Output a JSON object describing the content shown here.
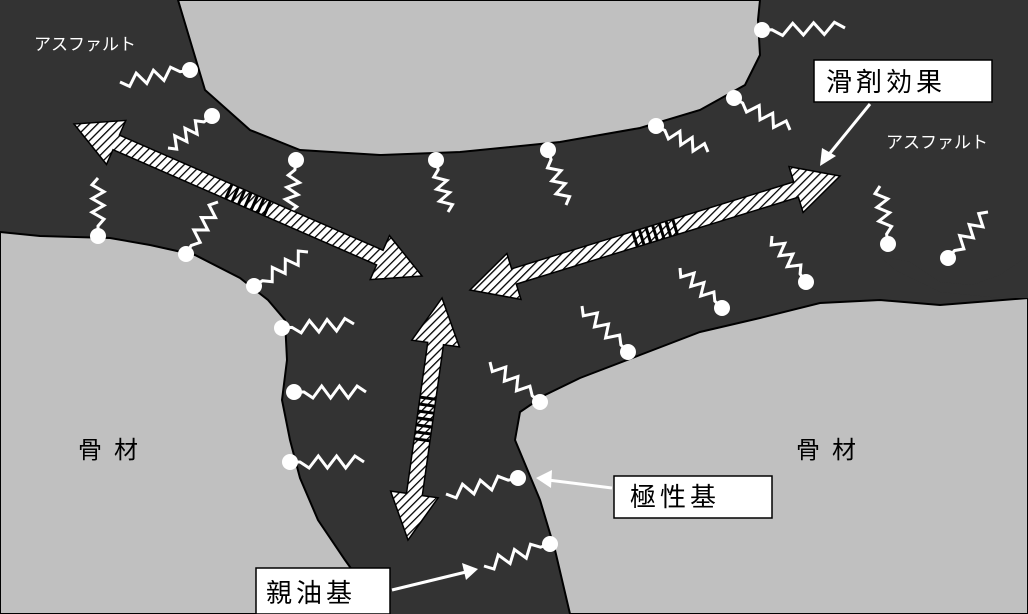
{
  "labels": {
    "asphalt_left": "アスファルト",
    "asphalt_right": "アスファルト",
    "lubrication_effect": "滑剤効果",
    "aggregate_left": "骨材",
    "aggregate_right": "骨材",
    "polar_group": "極性基",
    "lipophilic_group": "親油基"
  },
  "colors": {
    "asphalt": "#333333",
    "aggregate": "#c0c0c0",
    "molecule": "#ffffff",
    "outline": "#000000",
    "label_box": "#ffffff"
  }
}
